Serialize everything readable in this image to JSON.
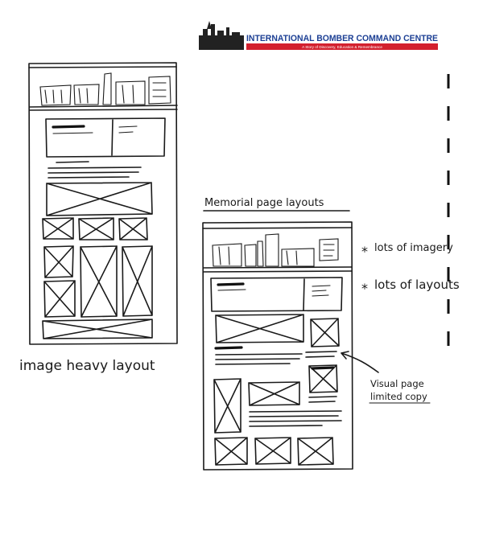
{
  "logo": {
    "title": "INTERNATIONAL BOMBER COMMAND CENTRE",
    "tagline": "A Story of Discovery, Education & Remembrance",
    "colors": {
      "title": "#1c3f94",
      "bar": "#d3202e",
      "silhouette": "#222222"
    }
  },
  "labels": {
    "left_caption": "image heavy layout",
    "memorial_heading": "Memorial page layouts",
    "note_imagery": "lots of imagery",
    "note_layouts": "lots of layouts",
    "note_visual": "Visual page",
    "note_copy": "limited copy"
  },
  "bullets": {
    "symbol": "*"
  },
  "ink_color": "#1a1a1a"
}
